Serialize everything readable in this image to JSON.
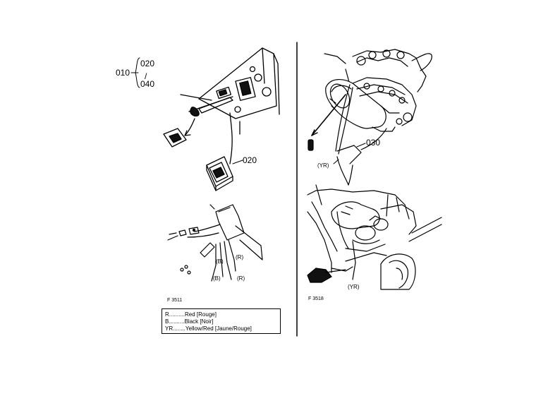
{
  "callouts": {
    "main_ref": "010",
    "range_start": "020",
    "range_dash": "/",
    "range_end": "040",
    "switch_ref": "020",
    "harness_ref": "030"
  },
  "wire_codes": {
    "r_upper": "(R)",
    "b_upper": "(B)",
    "b_lower": "(B)",
    "r_lower": "(R)",
    "yr_upper": "(YR)",
    "yr_lower": "(YR)"
  },
  "figure_numbers": {
    "left": "F 3511",
    "right": "F 3518"
  },
  "legend": {
    "rows": [
      {
        "code": "R",
        "dots": "..........",
        "text": "Red [Rouge]"
      },
      {
        "code": "B",
        "dots": "..........",
        "text": "Black [Noir]"
      },
      {
        "code": "YR",
        "dots": "........",
        "text": "Yellow/Red [Jaune/Rouge]"
      }
    ]
  }
}
